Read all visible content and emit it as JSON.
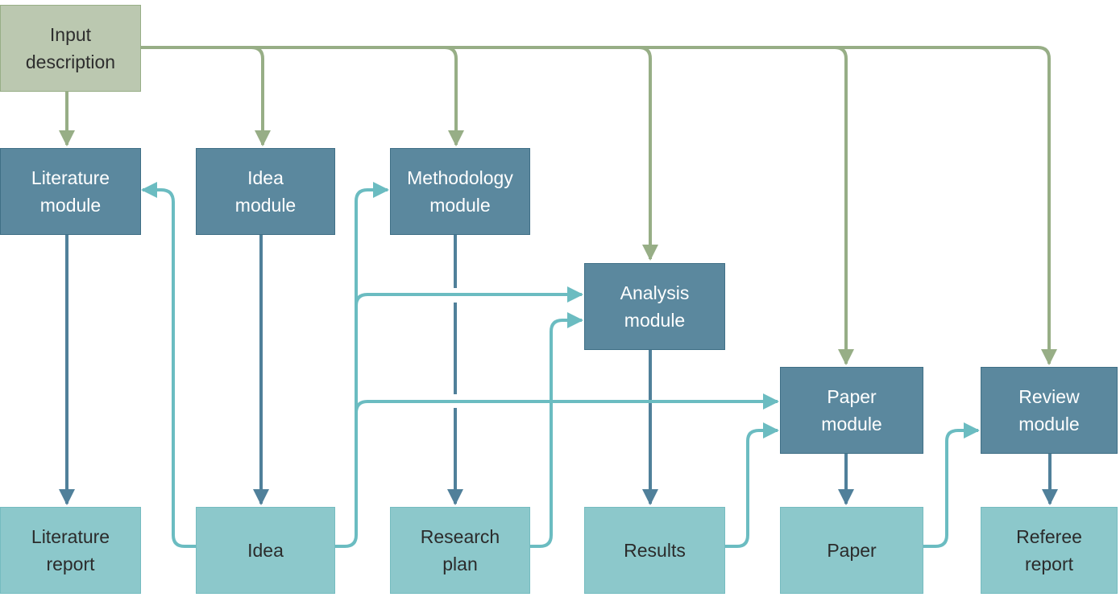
{
  "diagram": {
    "colors": {
      "input_fill": "#bbc8b0",
      "input_edge": "#97ae86",
      "module_fill": "#5b889e",
      "module_edge": "#50809a",
      "output_fill": "#8cc8cb",
      "feedback_edge": "#6bbcc1"
    },
    "nodes": {
      "input": {
        "label": "Input\ndescription",
        "type": "input"
      },
      "literature_module": {
        "label": "Literature\nmodule",
        "type": "module"
      },
      "idea_module": {
        "label": "Idea\nmodule",
        "type": "module"
      },
      "methodology_module": {
        "label": "Methodology\nmodule",
        "type": "module"
      },
      "analysis_module": {
        "label": "Analysis\nmodule",
        "type": "module"
      },
      "paper_module": {
        "label": "Paper\nmodule",
        "type": "module"
      },
      "review_module": {
        "label": "Review\nmodule",
        "type": "module"
      },
      "literature_report": {
        "label": "Literature\nreport",
        "type": "output"
      },
      "idea": {
        "label": "Idea",
        "type": "output"
      },
      "research_plan": {
        "label": "Research\nplan",
        "type": "output"
      },
      "results": {
        "label": "Results",
        "type": "output"
      },
      "paper": {
        "label": "Paper",
        "type": "output"
      },
      "referee_report": {
        "label": "Referee\nreport",
        "type": "output"
      }
    },
    "edges": [
      {
        "from": "input",
        "to": "literature_module",
        "kind": "input"
      },
      {
        "from": "input",
        "to": "idea_module",
        "kind": "input"
      },
      {
        "from": "input",
        "to": "methodology_module",
        "kind": "input"
      },
      {
        "from": "input",
        "to": "analysis_module",
        "kind": "input"
      },
      {
        "from": "input",
        "to": "paper_module",
        "kind": "input"
      },
      {
        "from": "input",
        "to": "review_module",
        "kind": "input"
      },
      {
        "from": "literature_module",
        "to": "literature_report",
        "kind": "produce"
      },
      {
        "from": "idea_module",
        "to": "idea",
        "kind": "produce"
      },
      {
        "from": "methodology_module",
        "to": "research_plan",
        "kind": "produce"
      },
      {
        "from": "analysis_module",
        "to": "results",
        "kind": "produce"
      },
      {
        "from": "paper_module",
        "to": "paper",
        "kind": "produce"
      },
      {
        "from": "review_module",
        "to": "referee_report",
        "kind": "produce"
      },
      {
        "from": "idea",
        "to": "literature_module",
        "kind": "feedback"
      },
      {
        "from": "idea",
        "to": "methodology_module",
        "kind": "feedback"
      },
      {
        "from": "idea",
        "to": "analysis_module",
        "kind": "feedback"
      },
      {
        "from": "idea",
        "to": "paper_module",
        "kind": "feedback"
      },
      {
        "from": "research_plan",
        "to": "analysis_module",
        "kind": "feedback"
      },
      {
        "from": "results",
        "to": "paper_module",
        "kind": "feedback"
      },
      {
        "from": "paper",
        "to": "review_module",
        "kind": "feedback"
      }
    ]
  }
}
